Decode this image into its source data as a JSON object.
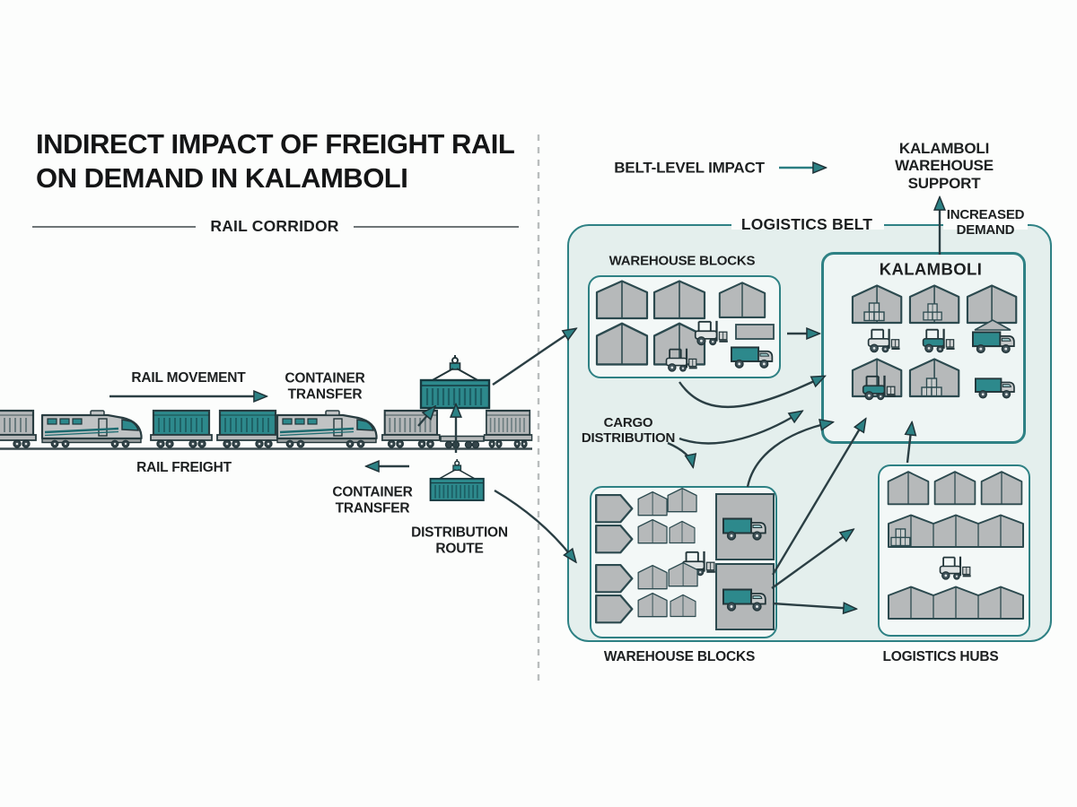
{
  "palette": {
    "teal": "#2d898c",
    "teal_border": "#2e8184",
    "dark_line": "#2b3f44",
    "gray_fill": "#b6b9ba",
    "belt_fill": "#e4efed",
    "inner_box_fill": "#f3f8f7",
    "text": "#1d2021"
  },
  "header": {
    "title": "INDIRECT IMPACT OF FREIGHT RAIL\nON DEMAND IN KALAMBOLI"
  },
  "rail_corridor": {
    "section_label": "RAIL CORRIDOR",
    "rail_movement": "RAIL MOVEMENT",
    "container_transfer_top": "CONTAINER\nTRANSFER",
    "rail_freight": "RAIL FREIGHT",
    "container_transfer_bottom": "CONTAINER\nTRANSFER",
    "distribution_route": "DISTRIBUTION\nROUTE"
  },
  "logistics_belt": {
    "section_label": "LOGISTICS BELT",
    "belt_level_impact": "BELT-LEVEL IMPACT",
    "kalamboli_warehouse_support": "KALAMBOLI\nWAREHOUSE SUPPORT",
    "increased_demand": "INCREASED\nDEMAND",
    "warehouse_blocks_top": "WAREHOUSE BLOCKS",
    "kalamboli": "KALAMBOLI",
    "cargo_distribution": "CARGO\nDISTRIBUTION",
    "warehouse_blocks_bottom": "WAREHOUSE BLOCKS",
    "logistics_hubs": "LOGISTICS HUBS"
  },
  "icons": [
    "locomotive-icon",
    "container-wagon-icon",
    "flatcar-icon",
    "shipping-container-icon",
    "crane-hook-icon",
    "warehouse-icon",
    "warehouse-row-icon",
    "forklift-icon",
    "box-truck-icon",
    "crate-stack-icon",
    "warehouse-block-shape-icon"
  ]
}
